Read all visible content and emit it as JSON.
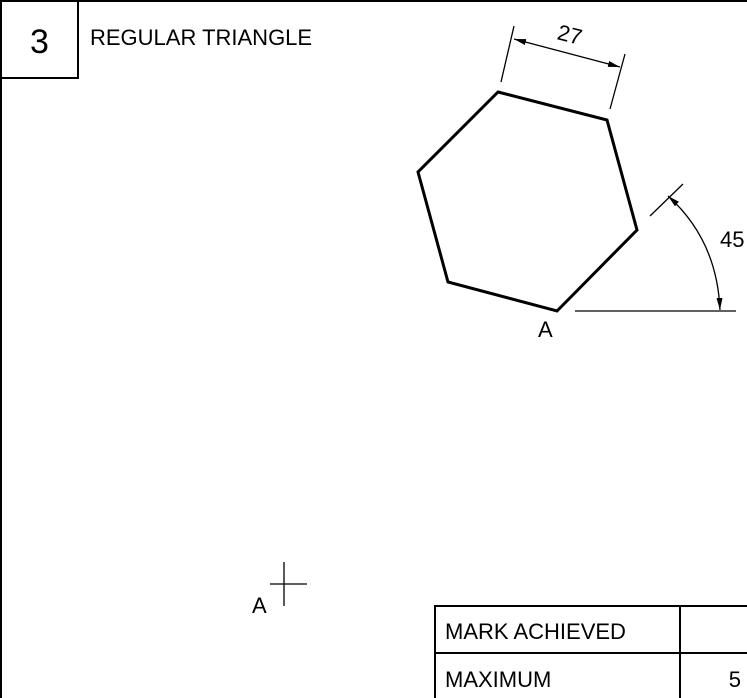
{
  "question": {
    "number": "3",
    "title": "REGULAR TRIANGLE"
  },
  "drawing": {
    "side_dimension": "27",
    "angle_dimension": "45",
    "vertex_label": "A",
    "start_point_label": "A"
  },
  "mark_table": {
    "rows": [
      {
        "label": "MARK ACHIEVED",
        "value": ""
      },
      {
        "label": "MAXIMUM",
        "value": "5"
      }
    ]
  }
}
